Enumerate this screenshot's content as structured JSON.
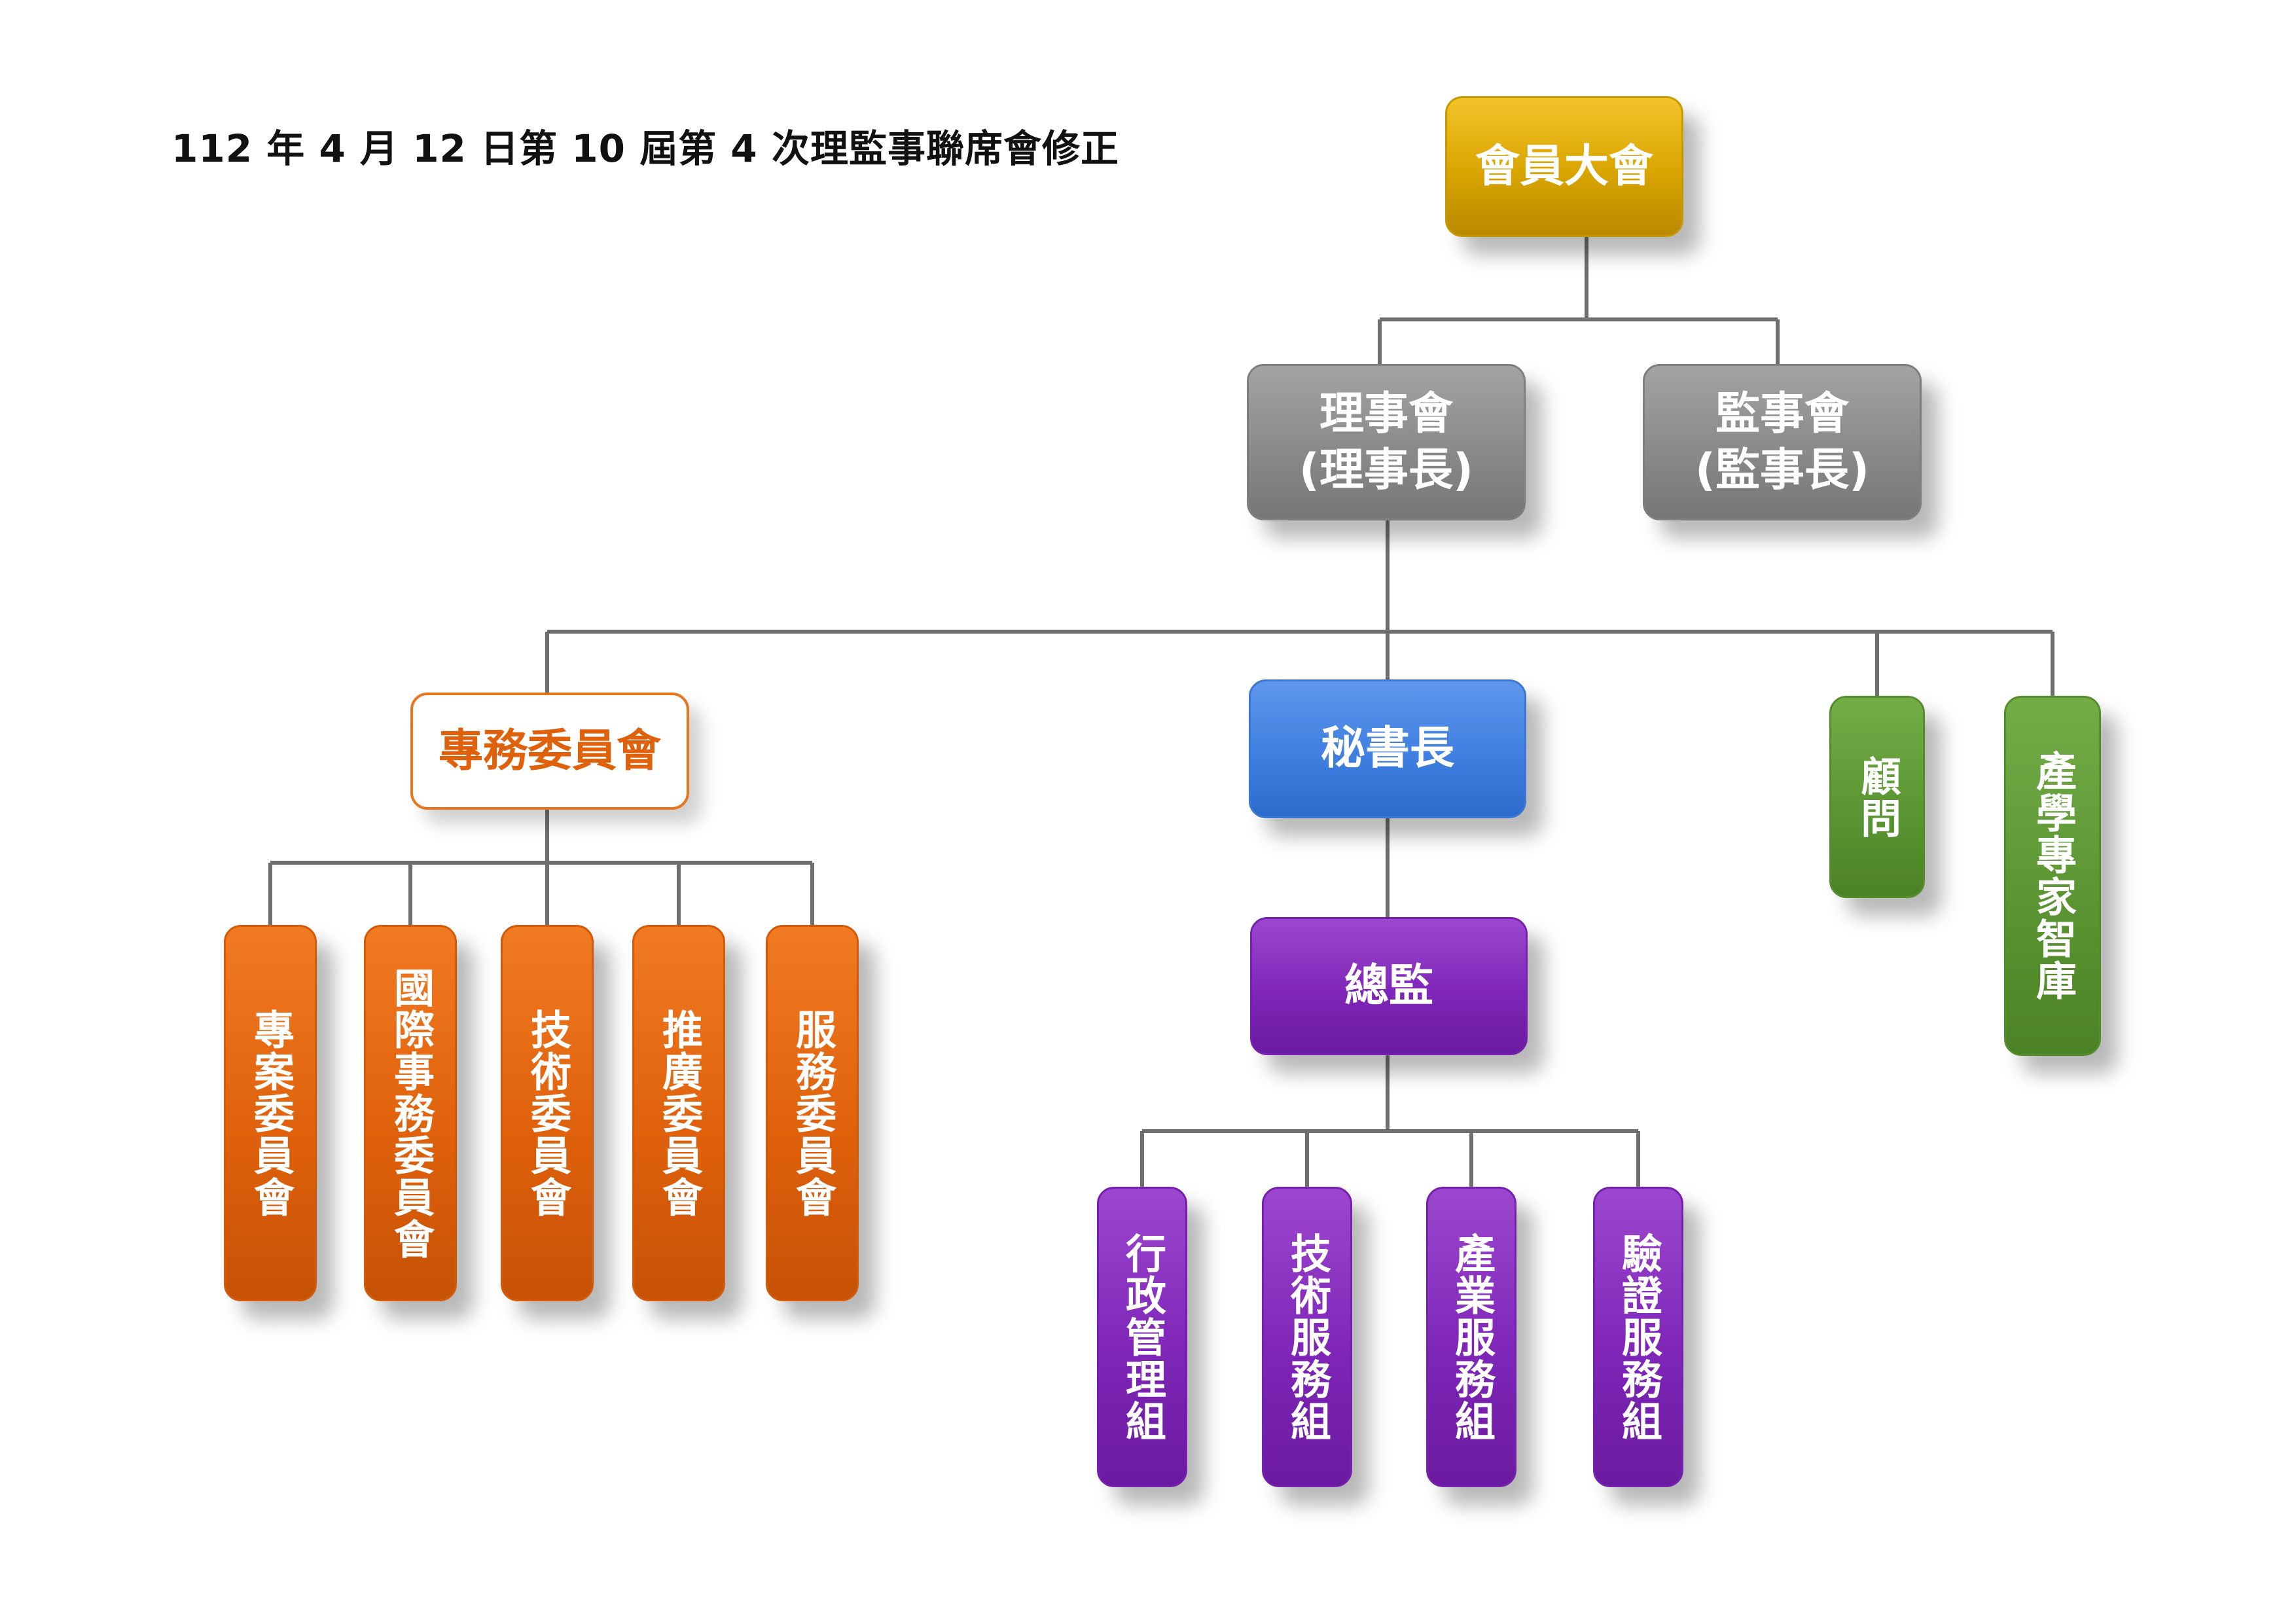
{
  "caption": "112 年 4 月 12 日第 10 屆第 4 次理監事聯席會修正",
  "nodes": {
    "general_assembly": "會員大會",
    "board_directors": {
      "line1": "理事會",
      "line2": "(理事長)"
    },
    "board_supervisors": {
      "line1": "監事會",
      "line2": "(監事長)"
    },
    "committees": "專務委員會",
    "secretary_general": "秘書長",
    "advisor": "顧問",
    "think_tank": "產學專家智庫",
    "director_general": "總監",
    "committee_items": [
      "專案委員會",
      "國際事務委員會",
      "技術委員會",
      "推廣委員會",
      "服務委員會"
    ],
    "group_items": [
      "行政管理組",
      "技術服務組",
      "產業服務組",
      "驗證服務組"
    ]
  },
  "colors": {
    "line": "#6f6f6f",
    "gold": "#d9a400",
    "gray": "#8a8a8a",
    "blue": "#3f7fe0",
    "purple": "#7f26b8",
    "green": "#5c9633",
    "orange": "#e0610c"
  }
}
